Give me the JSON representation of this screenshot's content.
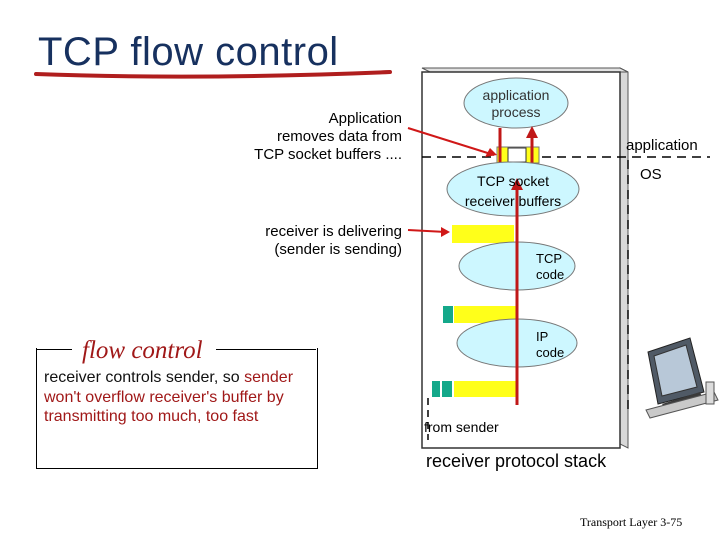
{
  "title": "TCP flow control",
  "annotations": {
    "app_removes_line1": "Application",
    "app_removes_line2": "removes data from",
    "app_removes_line3": "TCP socket buffers ....",
    "receiver_line1": "receiver is delivering",
    "receiver_line2": "(sender is sending)"
  },
  "stack": {
    "app_process_line1": "application",
    "app_process_line2": "process",
    "socket_line1": "TCP socket",
    "socket_line2": "receiver buffers",
    "tcp_line1": "TCP",
    "tcp_line2": "code",
    "ip_line1": "IP",
    "ip_line2": "code",
    "application_label": "application",
    "os_label": "OS",
    "from_sender": "from sender",
    "caption": "receiver protocol stack"
  },
  "flow_control": {
    "heading": "flow control",
    "body_start": "receiver controls sender, so",
    "body_highlight": "sender won't overflow receiver's buffer by transmitting too much, too fast"
  },
  "footer": {
    "label": "Transport Layer",
    "page": "3-75"
  },
  "colors": {
    "title": "#17315f",
    "underline": "#b01e1e",
    "ellipse_fill": "#cdf7ff",
    "buffer_yellow": "#ffff1a",
    "segment_teal": "#14a88a",
    "arrow_red": "#c01818",
    "pointer_red": "#d01818"
  }
}
